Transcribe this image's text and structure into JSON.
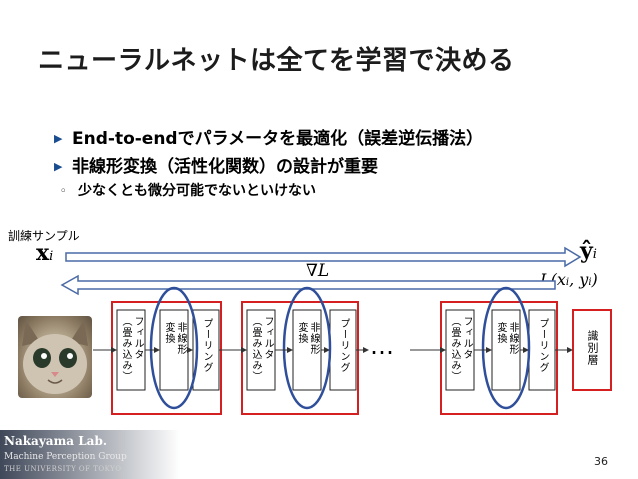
{
  "title": "ニューラルネットは全てを学習で決める",
  "bullets": [
    "End-to-endでパラメータを最適化（誤差逆伝播法）",
    "非線形変換（活性化関数）の設計が重要"
  ],
  "sub_bullet": "少なくとも微分可能でないといけない",
  "diagram": {
    "training_sample_label": "訓練サンプル",
    "input_x": "x",
    "input_sub": "i",
    "output_y": "ŷ",
    "output_sub": "i",
    "gradient_label": "∇L",
    "loss_label": "L(x",
    "loss_mid": ", y",
    "loss_end": ")",
    "loss_sub1": "i",
    "loss_sub2": "i",
    "filter_label": "フィルタ",
    "filter_sub": "（畳み込み）",
    "nonlinear_label1": "非線形",
    "nonlinear_label2": "変換",
    "pooling_label": "プーリング",
    "ellipsis": "…",
    "classifier_label": "識別層"
  },
  "footer": {
    "lab_name": "Nakayama Lab.",
    "group": "Machine Perception Group",
    "university": "The University of Tokyo"
  },
  "page_number": "36",
  "colors": {
    "arrow_blue": "#4a6aa5",
    "box_red": "#d42020",
    "ellipse_blue": "#2f4f9a",
    "bullet_blue": "#1a4d8f"
  }
}
